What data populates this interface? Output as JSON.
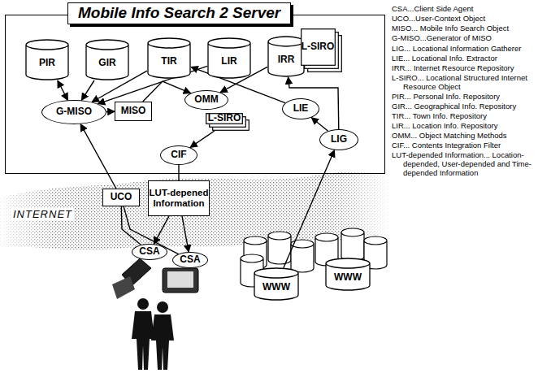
{
  "diagram": {
    "nodes": [
      {
        "text": [
          "Mobile Info Search 2 Server"
        ]
      },
      {
        "text": [
          "PIR"
        ],
        "in": 0
      },
      {
        "text": [
          "GIR"
        ],
        "in": 0
      },
      {
        "text": [
          "TIR"
        ],
        "in": 0
      },
      {
        "text": [
          "LIR"
        ],
        "in": 0
      },
      {
        "text": [
          "IRR"
        ],
        "in": 0
      },
      {
        "text": [
          "L-SIRO"
        ],
        "in": 0
      },
      {
        "text": [
          "G-MISO"
        ],
        "in": 0
      },
      {
        "text": [
          "MISO"
        ],
        "in": 0
      },
      {
        "text": [
          "OMM"
        ],
        "in": 0
      },
      {
        "text": [
          "L-SIRO"
        ],
        "in": 0
      },
      {
        "text": [
          "LIE"
        ],
        "in": 0
      },
      {
        "text": [
          "LIG"
        ],
        "in": 0
      },
      {
        "text": [
          "CIF"
        ],
        "in": 0
      },
      {
        "text": [
          "UCO"
        ]
      },
      {
        "text": [
          "LUT-depened Information"
        ]
      },
      {
        "text": [
          "CSA"
        ]
      },
      {
        "text": [
          "CSA"
        ]
      },
      {
        "text": [
          "WWW"
        ]
      },
      {
        "text": [
          "WWW"
        ]
      }
    ],
    "edges": [
      {
        "from": 1,
        "to": 7,
        "arrow": "both"
      },
      {
        "from": 2,
        "to": 7,
        "arrow": "to"
      },
      {
        "from": 3,
        "to": 7,
        "arrow": "to"
      },
      {
        "from": 4,
        "to": 7,
        "arrow": "to"
      },
      {
        "from": 7,
        "to": 8,
        "arrow": "to"
      },
      {
        "from": 8,
        "to": 9,
        "arrow": "to"
      },
      {
        "from": 5,
        "to": 9,
        "arrow": "to"
      },
      {
        "from": 10,
        "to": 13,
        "arrow": "to"
      },
      {
        "from": 11,
        "to": 3,
        "arrow": "to"
      },
      {
        "from": 12,
        "to": 5,
        "arrow": "to"
      },
      {
        "from": 12,
        "to": 11,
        "arrow": "to"
      },
      {
        "from": 18,
        "to": 12,
        "arrow": "to"
      },
      {
        "from": 13,
        "to": 15,
        "arrow": "none"
      },
      {
        "from": 15,
        "to": 16,
        "arrow": "to"
      },
      {
        "from": 15,
        "to": 17,
        "arrow": "to"
      },
      {
        "from": 16,
        "to": 14,
        "arrow": "none"
      },
      {
        "from": 17,
        "to": 14,
        "arrow": "none"
      },
      {
        "from": 14,
        "to": 7,
        "arrow": "to"
      }
    ],
    "labels": [
      "INTERNET",
      "CSA...Client Side Agent",
      "UCO...User-Context Object",
      "MISO... Mobile Info Search Object",
      "G-MISO...Generator of MISO",
      "LIG... Locational Information Gatherer",
      "LIE... Locational Info. Extractor",
      "IRR... Internet Resource Repository",
      "L-SIRO... Locational Structured Internet Resource Object",
      "PIR... Personal Info. Repository",
      "GIR... Geographical Info. Repository",
      "TIR... Town Info. Repository",
      "LIR... Location Info. Repository",
      "OMM... Object Matching Methods",
      "CIF... Contents Integration Filter",
      "LUT-depended Information... Location-depended, User-depended and Time-depended Information"
    ]
  }
}
